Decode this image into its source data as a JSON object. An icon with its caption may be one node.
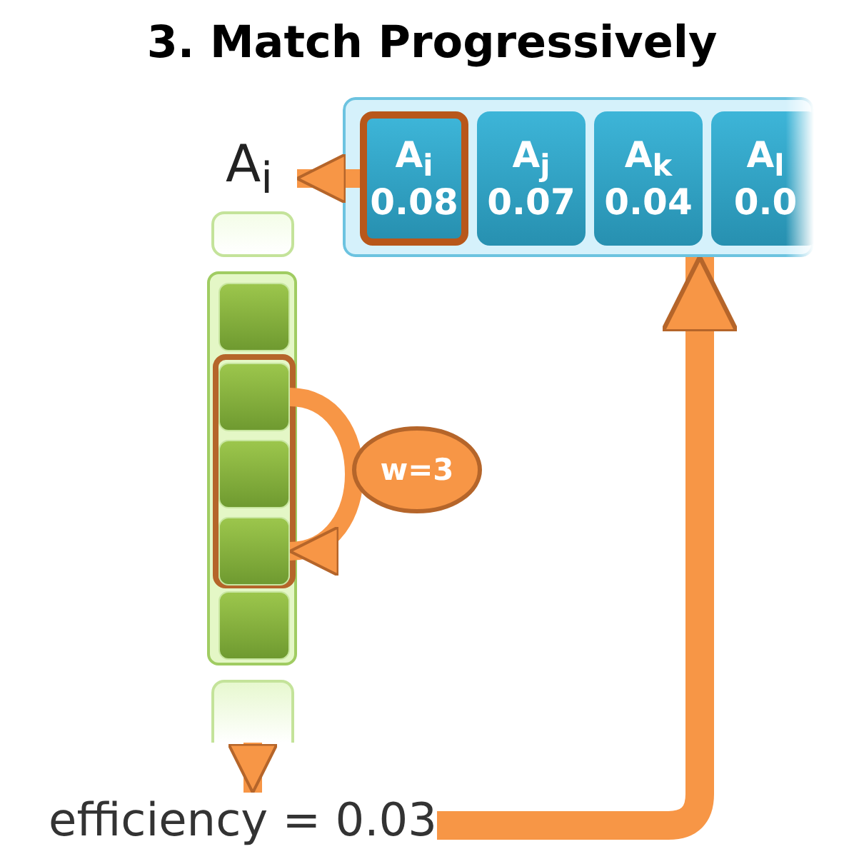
{
  "diagram": {
    "title": "3. Match Progressively",
    "nodes": [
      {
        "text": [],
        "shape": "box"
      },
      {
        "text": [
          "A$_{i}$",
          "0.08"
        ],
        "in": 0
      },
      {
        "text": [
          "A$_{j}$",
          "0.07"
        ],
        "in": 0
      },
      {
        "text": [
          "A$_{k}$",
          "0.04"
        ],
        "in": 0
      },
      {
        "text": [
          "A$_{l}$",
          "0.0"
        ],
        "in": 0
      },
      {
        "text": [
          "A$_{i}$"
        ]
      },
      {
        "text": [],
        "shape": "box"
      },
      {
        "text": [],
        "shape": "bar"
      },
      {
        "text": [],
        "shape": "box",
        "in": 7
      },
      {
        "text": [],
        "shape": "box",
        "in": 7
      },
      {
        "text": [],
        "shape": "box",
        "in": 9
      },
      {
        "text": [],
        "shape": "box",
        "in": 9
      },
      {
        "text": [],
        "shape": "box",
        "in": 9
      },
      {
        "text": [],
        "shape": "box",
        "in": 7
      },
      {
        "text": [
          "w=3"
        ]
      },
      {
        "text": [],
        "shape": "box"
      },
      {
        "text": [
          "efficiency = 0.03"
        ]
      }
    ],
    "edges": [
      {
        "from": 1,
        "to": 5,
        "arrow": "to"
      },
      {
        "from": 10,
        "to": 12,
        "arrow": "to"
      },
      {
        "from": 15,
        "to": 16,
        "arrow": "to"
      },
      {
        "from": 16,
        "to": 0,
        "arrow": "to"
      }
    ]
  }
}
